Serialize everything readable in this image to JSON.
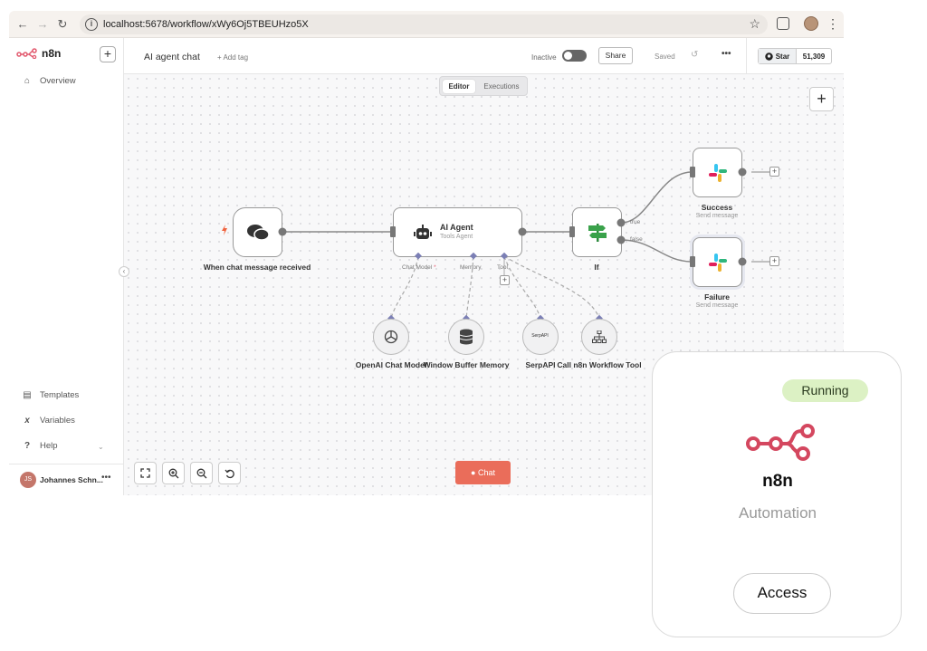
{
  "browser": {
    "url": "localhost:5678/workflow/xWy6Oj5TBEUHzo5X"
  },
  "sidebar": {
    "logo_text": "n8n",
    "items": [
      {
        "label": "Overview",
        "icon": "home-icon"
      },
      {
        "label": "Templates",
        "icon": "templates-icon"
      },
      {
        "label": "Variables",
        "icon": "variables-icon"
      },
      {
        "label": "Help",
        "icon": "help-icon"
      }
    ],
    "user": {
      "initials": "JS",
      "name": "Johannes Schn..."
    }
  },
  "header": {
    "workflow_name": "AI agent chat",
    "add_tag": "+ Add tag",
    "status_label": "Inactive",
    "share_label": "Share",
    "saved_label": "Saved",
    "github_star_label": "Star",
    "github_star_count": "51,309"
  },
  "canvas": {
    "tabs": [
      {
        "label": "Editor",
        "active": true
      },
      {
        "label": "Executions",
        "active": false
      }
    ],
    "chat_button_label": "Chat",
    "nodes": {
      "trigger": {
        "label": "When chat message received"
      },
      "agent": {
        "label": "AI Agent",
        "sublabel": "Tools Agent",
        "ports": [
          "Chat Model",
          "Memory",
          "Tool"
        ],
        "required_mark": "*"
      },
      "if": {
        "label": "If",
        "branches": [
          "true",
          "false"
        ]
      },
      "success": {
        "label": "Success",
        "sublabel": "Send message"
      },
      "failure": {
        "label": "Failure",
        "sublabel": "Send message"
      },
      "openai": {
        "label": "OpenAI Chat Model"
      },
      "memory": {
        "label": "Window Buffer Memory"
      },
      "serpapi": {
        "label": "SerpAPI",
        "icon_text": "SerpAPI"
      },
      "callwf": {
        "label": "Call n8n Workflow Tool"
      }
    }
  },
  "card": {
    "status": "Running",
    "name": "n8n",
    "category": "Automation",
    "access_label": "Access",
    "status_color": "#dcf1c4",
    "logo_color": "#d4475f"
  }
}
